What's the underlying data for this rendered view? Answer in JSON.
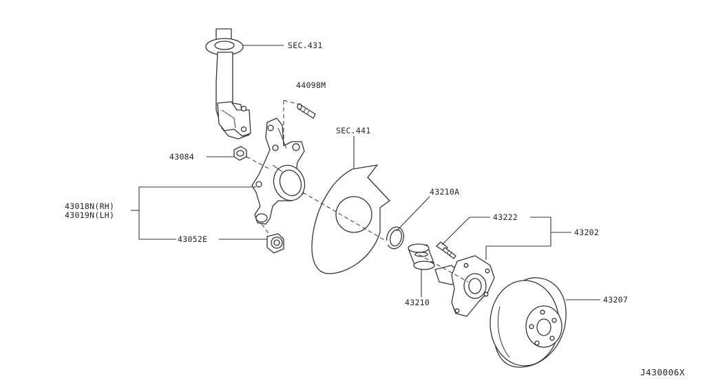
{
  "callouts": {
    "sec431": "SEC.431",
    "p44098m": "44098M",
    "sec441": "SEC.441",
    "p43084": "43084",
    "p43018n": "43018N(RH)",
    "p43019n": "43019N(LH)",
    "p43052e": "43052E",
    "p43210a": "43210A",
    "p43222": "43222",
    "p43202": "43202",
    "p43210": "43210",
    "p43207": "43207"
  },
  "diagram_code": "J430006X"
}
